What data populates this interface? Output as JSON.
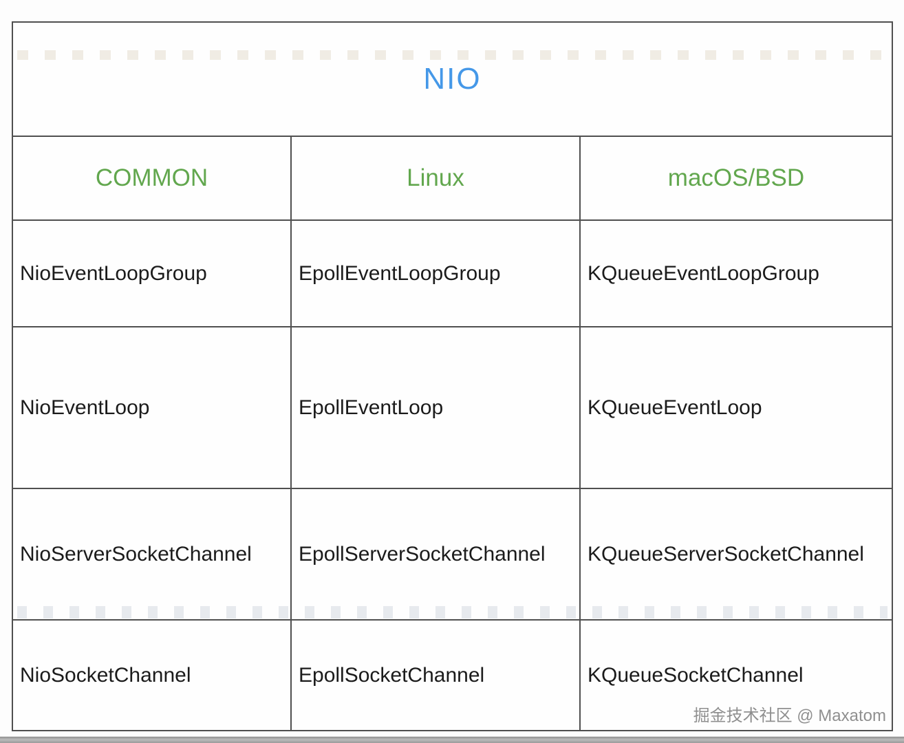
{
  "table": {
    "title": "NIO",
    "columns": [
      {
        "label": "COMMON"
      },
      {
        "label": "Linux"
      },
      {
        "label": "macOS/BSD"
      }
    ],
    "rows": [
      {
        "common": "NioEventLoopGroup",
        "linux": "EpollEventLoopGroup",
        "macos_bsd": "KQueueEventLoopGroup"
      },
      {
        "common": "NioEventLoop",
        "linux": "EpollEventLoop",
        "macos_bsd": "KQueueEventLoop"
      },
      {
        "common": "NioServerSocketChannel",
        "linux": "EpollServerSocketChannel",
        "macos_bsd": "KQueueServerSocketChannel"
      },
      {
        "common": "NioSocketChannel",
        "linux": "EpollSocketChannel",
        "macos_bsd": "KQueueSocketChannel"
      }
    ]
  },
  "watermark": {
    "text": "掘金技术社区 @ Maxatom"
  },
  "colors": {
    "title_blue": "#4598e8",
    "header_green": "#62a74e",
    "border_gray": "#4f4f4f",
    "cell_text": "#1b1b1b",
    "watermark_gray": "#8f8f8f"
  }
}
